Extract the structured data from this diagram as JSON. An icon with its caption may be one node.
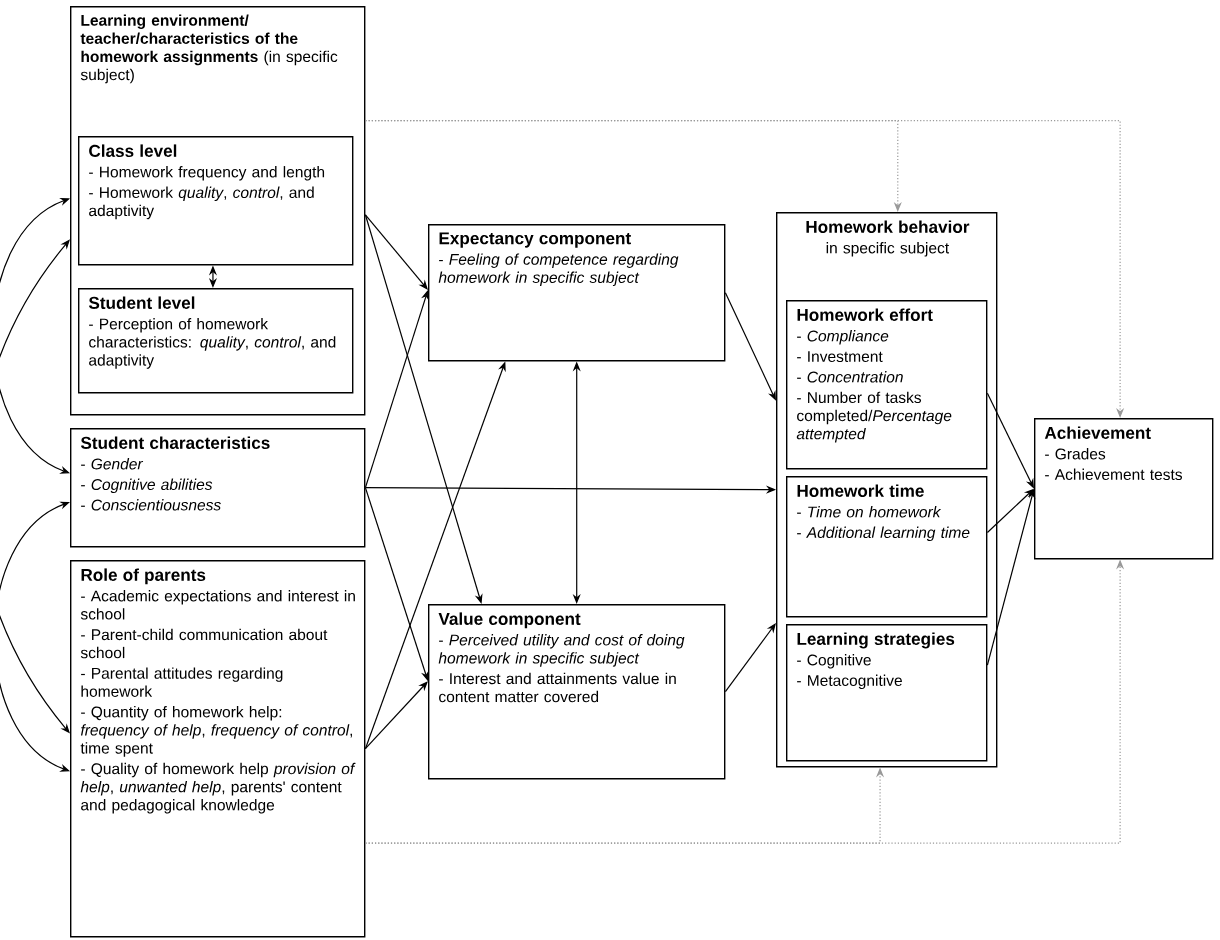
{
  "diagram": {
    "nodes": [
      {
        "text": [
          "**Learning environment/ teacher/characteristics of the homework assignments** (in specific subject)"
        ]
      },
      {
        "text": [
          "Class level",
          "- Homework frequency and length",
          "- Homework *quality*, *control*, and adaptivity"
        ],
        "in": 0
      },
      {
        "text": [
          "Student level",
          "- Perception of homework characteristics: *quality*, *control*, and adaptivity"
        ],
        "in": 0
      },
      {
        "text": [
          "Student characteristics",
          "- *Gender*",
          "- *Cognitive abilities*",
          "- *Conscientiousness*"
        ]
      },
      {
        "text": [
          "Role of parents",
          "- Academic expectations and interest in school",
          "- Parent-child communication about school",
          "- Parental attitudes regarding homework",
          "- Quantity of homework help: *frequency of help*, *frequency of control*, time spent",
          "- Quality of homework help *provision of help*, *unwanted help*, parents' content and pedagogical knowledge"
        ]
      },
      {
        "text": [
          "Expectancy component",
          "- *Feeling of competence regarding homework in specific subject*"
        ]
      },
      {
        "text": [
          "Value component",
          "- *Perceived utility and cost of doing homework in specific subject*",
          "- Interest and attainments value in content matter covered"
        ]
      },
      {
        "text": [
          "Homework behavior",
          "in specific subject"
        ]
      },
      {
        "text": [
          "Homework effort",
          "- *Compliance*",
          "- Investment",
          "- *Concentration*",
          "- Number of tasks completed/*Percentage attempted*"
        ],
        "in": 7
      },
      {
        "text": [
          "Homework time",
          "- *Time on homework*",
          "- *Additional learning time*"
        ],
        "in": 7
      },
      {
        "text": [
          "Learning strategies",
          "- Cognitive",
          "- Metacognitive"
        ],
        "in": 7
      },
      {
        "text": [
          "Achievement",
          "- Grades",
          "- Achievement tests"
        ]
      }
    ],
    "edges": [
      {
        "from": 0,
        "to": 3,
        "arrow": "both"
      },
      {
        "from": 0,
        "to": 4,
        "arrow": "both"
      },
      {
        "from": 3,
        "to": 4,
        "arrow": "both"
      },
      {
        "from": 1,
        "to": 2,
        "arrow": "both"
      },
      {
        "from": 0,
        "to": 5,
        "arrow": "to"
      },
      {
        "from": 0,
        "to": 6,
        "arrow": "to"
      },
      {
        "from": 3,
        "to": 5,
        "arrow": "to"
      },
      {
        "from": 3,
        "to": 6,
        "arrow": "to"
      },
      {
        "from": 4,
        "to": 5,
        "arrow": "to"
      },
      {
        "from": 4,
        "to": 6,
        "arrow": "to"
      },
      {
        "from": 3,
        "to": 7,
        "arrow": "to"
      },
      {
        "from": 5,
        "to": 6,
        "arrow": "both"
      },
      {
        "from": 5,
        "to": 7,
        "arrow": "to"
      },
      {
        "from": 6,
        "to": 7,
        "arrow": "to"
      },
      {
        "from": 8,
        "to": 11,
        "arrow": "to"
      },
      {
        "from": 9,
        "to": 11,
        "arrow": "to"
      },
      {
        "from": 10,
        "to": 11,
        "arrow": "to"
      },
      {
        "from": 0,
        "to": 7,
        "arrow": "to",
        "style": "dashed",
        "color": "#999999"
      },
      {
        "from": 0,
        "to": 11,
        "arrow": "to",
        "style": "dashed",
        "color": "#999999"
      },
      {
        "from": 4,
        "to": 7,
        "arrow": "to",
        "style": "dashed",
        "color": "#999999"
      },
      {
        "from": 4,
        "to": 11,
        "arrow": "to",
        "style": "dashed",
        "color": "#999999"
      }
    ]
  }
}
